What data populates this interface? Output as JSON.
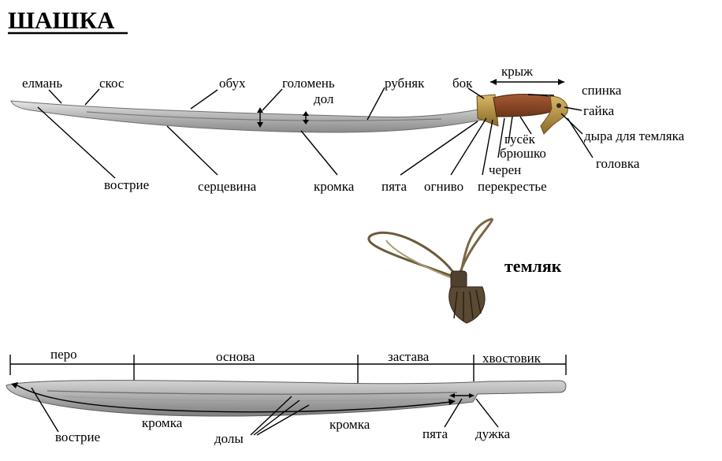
{
  "title": "ШАШКА",
  "lanyard_title": "темляк",
  "top_labels": {
    "elman": "елмань",
    "skos": "скос",
    "obuh": "обух",
    "golomen": "голомень",
    "dol": "дол",
    "rubnyak": "рубняк",
    "bok": "бок",
    "kryzh": "крыж",
    "spinka": "спинка",
    "gaika": "гайка",
    "dyra": "дыра для темляка",
    "golovka": "головка",
    "gusyok": "гусёк",
    "bryushko": "брюшко",
    "cheren": "черен",
    "perekrestye": "перекрестье",
    "ognivo": "огниво",
    "pyata": "пята",
    "kromka": "кромка",
    "sercevina": "серцевина",
    "vostrie": "вострие"
  },
  "bottom_sections": [
    "перо",
    "основа",
    "застава",
    "хвостовик"
  ],
  "bottom_labels": {
    "vostrie": "вострие",
    "kromka_left": "кромка",
    "doly": "долы",
    "kromka_right": "кромка",
    "pyata": "пята",
    "duzhka": "дужка"
  },
  "colors": {
    "blade_light": "#c9c9c9",
    "blade_dark": "#8c8c8c",
    "wood": "#8a4a2c",
    "brass": "#b08a3c",
    "lanyard": "#6b5a3a"
  }
}
